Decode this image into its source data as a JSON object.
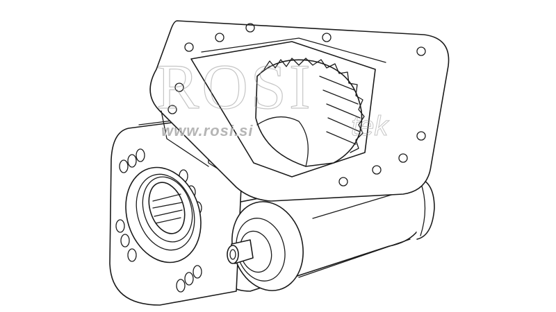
{
  "image": {
    "subject": "PTO gearbox technical line drawing",
    "background_color": "#ffffff",
    "line_color": "#1a1a1a"
  },
  "watermark": {
    "brand_main": "ROSI",
    "brand_suffix": "tek",
    "url": "www.rosi.si",
    "color": "#969696"
  }
}
